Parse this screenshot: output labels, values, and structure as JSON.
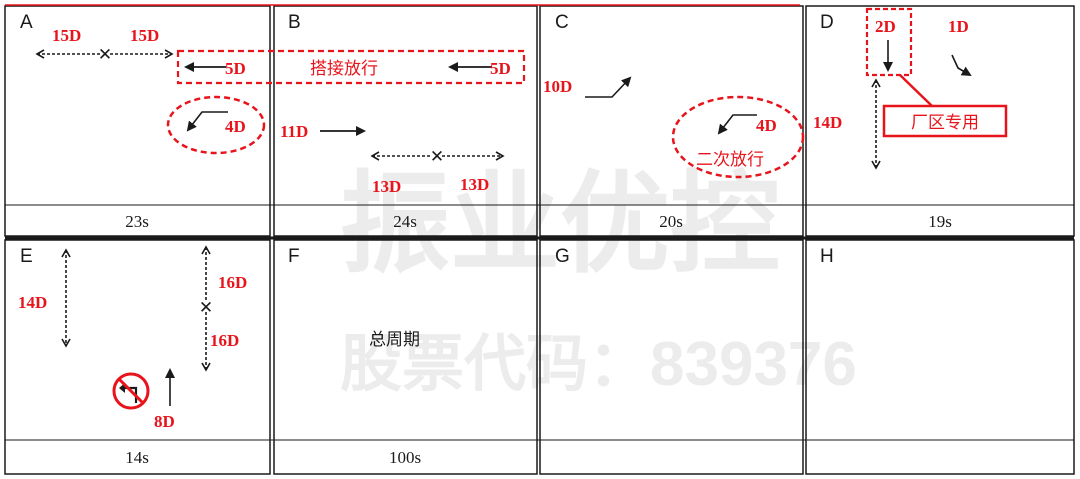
{
  "watermark": {
    "brand": "振业优控",
    "stock_code": "股票代码：839376"
  },
  "phases": [
    {
      "label": "A",
      "duration": "23s"
    },
    {
      "label": "B",
      "duration": "24s"
    },
    {
      "label": "C",
      "duration": "20s"
    },
    {
      "label": "D",
      "duration": "19s"
    },
    {
      "label": "E",
      "duration": "14s"
    },
    {
      "label": "F",
      "duration": "100s"
    },
    {
      "label": "G",
      "duration": ""
    },
    {
      "label": "H",
      "duration": ""
    }
  ],
  "annotations": {
    "a_ped_left": "15D",
    "a_ped_right": "15D",
    "a_left_turn": "4D",
    "ab_straight_a": "5D",
    "ab_straight_b": "5D",
    "ab_overlap_text": "搭接放行",
    "b_straight": "11D",
    "b_ped_left": "13D",
    "b_ped_right": "13D",
    "c_right_turn": "10D",
    "c_left_turn": "4D",
    "c_second_release": "二次放行",
    "d_down": "2D",
    "d_diag": "1D",
    "d_ped": "14D",
    "d_factory": "厂区专用",
    "e_ped_left": "14D",
    "e_ped_top": "16D",
    "e_ped_bottom": "16D",
    "e_straight": "8D",
    "f_total": "总周期"
  },
  "colors": {
    "accent": "#e8141c",
    "grid": "#1a1a1a"
  }
}
